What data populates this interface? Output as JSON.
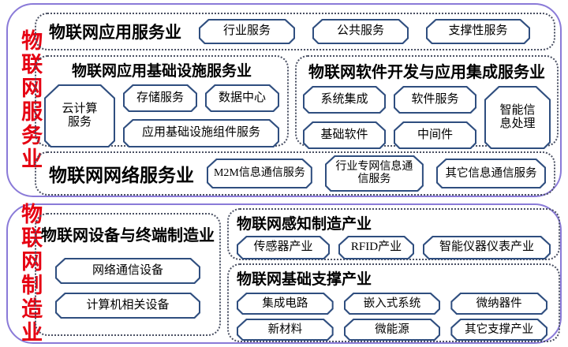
{
  "colors": {
    "sector_border": "#8a7ad8",
    "group_dotted_border": "#4a5063",
    "node_border": "#2f4e7f",
    "sector_label_red": "#e60012",
    "text": "#000000"
  },
  "service_sector": {
    "label": "物联网服务业",
    "app_services": {
      "heading": "物联网应用服务业",
      "boxes": [
        "行业服务",
        "公共服务",
        "支撑性服务"
      ]
    },
    "app_infra": {
      "heading": "物联网应用基础设施服务业",
      "cloud": "云计算\n服务",
      "storage": "存储服务",
      "datacenter": "数据中心",
      "component": "应用基础设施组件服务"
    },
    "software": {
      "heading": "物联网软件开发与应用集成服务业",
      "system_integration": "系统集成",
      "software_service": "软件服务",
      "base_software": "基础软件",
      "middleware": "中间件",
      "intelligent": "智能信\n息处理"
    },
    "network": {
      "heading": "物联网网络服务业",
      "m2m": "M2M信息通信服务",
      "industry_private": "行业专网信息通\n信服务",
      "other": "其它信息通信服务"
    }
  },
  "manufacturing_sector": {
    "label": "物联网制造业",
    "device": {
      "heading": "物联网设备与终端制造业",
      "boxes": [
        "网络通信设备",
        "计算机相关设备"
      ]
    },
    "sensing": {
      "heading": "物联网感知制造产业",
      "boxes": [
        "传感器产业",
        "RFID产业",
        "智能仪器仪表产业"
      ]
    },
    "support": {
      "heading": "物联网基础支撑产业",
      "row1": [
        "集成电路",
        "嵌入式系统",
        "微纳器件"
      ],
      "row2": [
        "新材料",
        "微能源",
        "其它支撑产业"
      ]
    }
  }
}
